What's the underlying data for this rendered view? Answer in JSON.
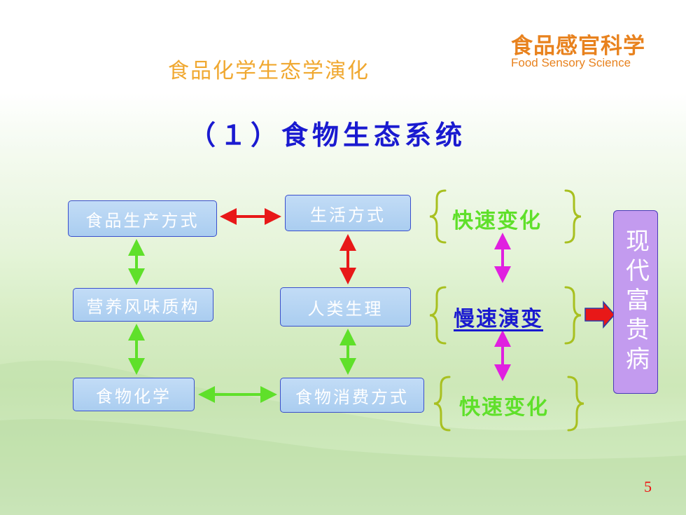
{
  "header": {
    "title": "食品化学生态学演化",
    "logo_cn": "食品感官科学",
    "logo_en": "Food Sensory Science"
  },
  "subtitle": "（１）食物生态系统",
  "boxes": {
    "food_production": "食品生产方式",
    "lifestyle": "生活方式",
    "nutrition_flavor": "营养风味质构",
    "human_physiology": "人类生理",
    "food_chemistry": "食物化学",
    "food_consumption": "食物消费方式"
  },
  "speeds": {
    "fast_top": "快速变化",
    "slow_mid": "慢速演变",
    "fast_bottom": "快速变化"
  },
  "outcome": "现代富贵病",
  "page_number": "5",
  "colors": {
    "title": "#f0a830",
    "subtitle": "#1a1ad0",
    "arrow_red": "#e81818",
    "arrow_green": "#5fe02a",
    "arrow_magenta": "#e020e0",
    "brace": "#a8c020",
    "outcome_box": "#c39bef"
  }
}
